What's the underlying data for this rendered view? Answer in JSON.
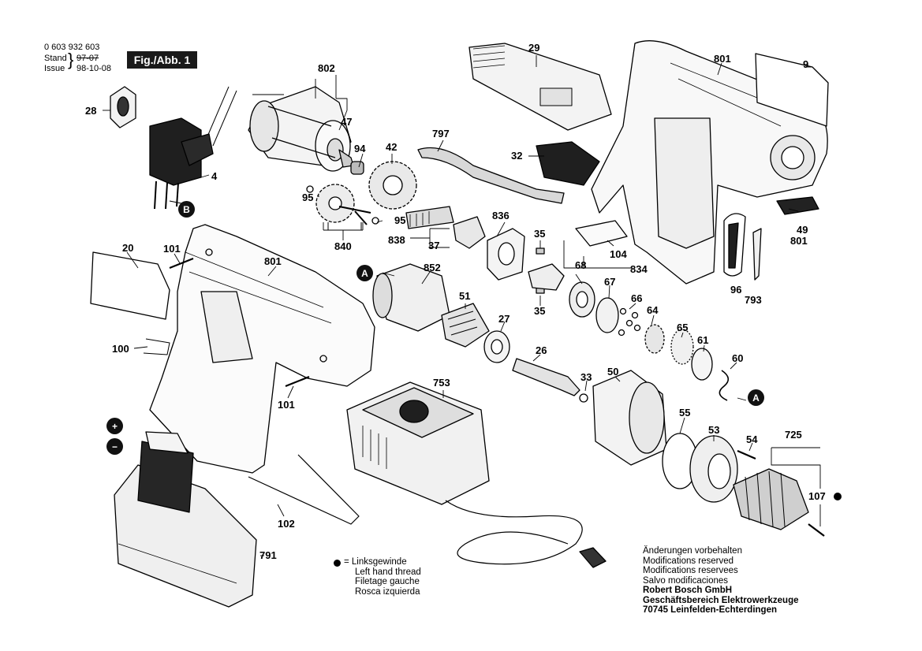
{
  "header": {
    "part_number": "0 603 932 603",
    "stand_label": "Stand",
    "stand_value": "97-07",
    "issue_label": "Issue",
    "issue_value": "98-10-08",
    "figure_tab": "Fig./Abb. 1"
  },
  "callouts": {
    "c802": "802",
    "c29": "29",
    "c801a": "801",
    "c9": "9",
    "c28": "28",
    "c47": "47",
    "c797": "797",
    "c94": "94",
    "c42": "42",
    "c4": "4",
    "c32": "32",
    "cB": "B",
    "c95a": "95",
    "c95b": "95",
    "c836": "836",
    "c35a": "35",
    "c838": "838",
    "c37": "37",
    "c840": "840",
    "c104": "104",
    "c49": "49",
    "c801b": "801",
    "c20": "20",
    "c101a": "101",
    "c801c": "801",
    "c68": "68",
    "c834": "834",
    "cA1": "A",
    "c852": "852",
    "c67": "67",
    "c96": "96",
    "c793": "793",
    "c66": "66",
    "c64": "64",
    "c51": "51",
    "c35b": "35",
    "c27": "27",
    "c65": "65",
    "c61": "61",
    "c100": "100",
    "c26": "26",
    "c60": "60",
    "c50": "50",
    "c33": "33",
    "c753": "753",
    "cA2": "A",
    "c101b": "101",
    "c55": "55",
    "c53": "53",
    "c54": "54",
    "c725": "725",
    "c107": "107",
    "c102": "102",
    "c791": "791"
  },
  "legend": {
    "lines": [
      "= Linksgewinde",
      "Left hand thread",
      "Filetage gauche",
      "Rosca izquierda"
    ]
  },
  "notes": {
    "lines": [
      "Änderungen vorbehalten",
      "Modifications reserved",
      "Modifications reservees",
      "Salvo modificaciones"
    ],
    "company": [
      "Robert Bosch GmbH",
      "Geschäftsbereich Elektrowerkzeuge",
      "70745 Leinfelden-Echterdingen"
    ]
  },
  "battery_terminals": {
    "plus": "+",
    "minus": "−"
  }
}
